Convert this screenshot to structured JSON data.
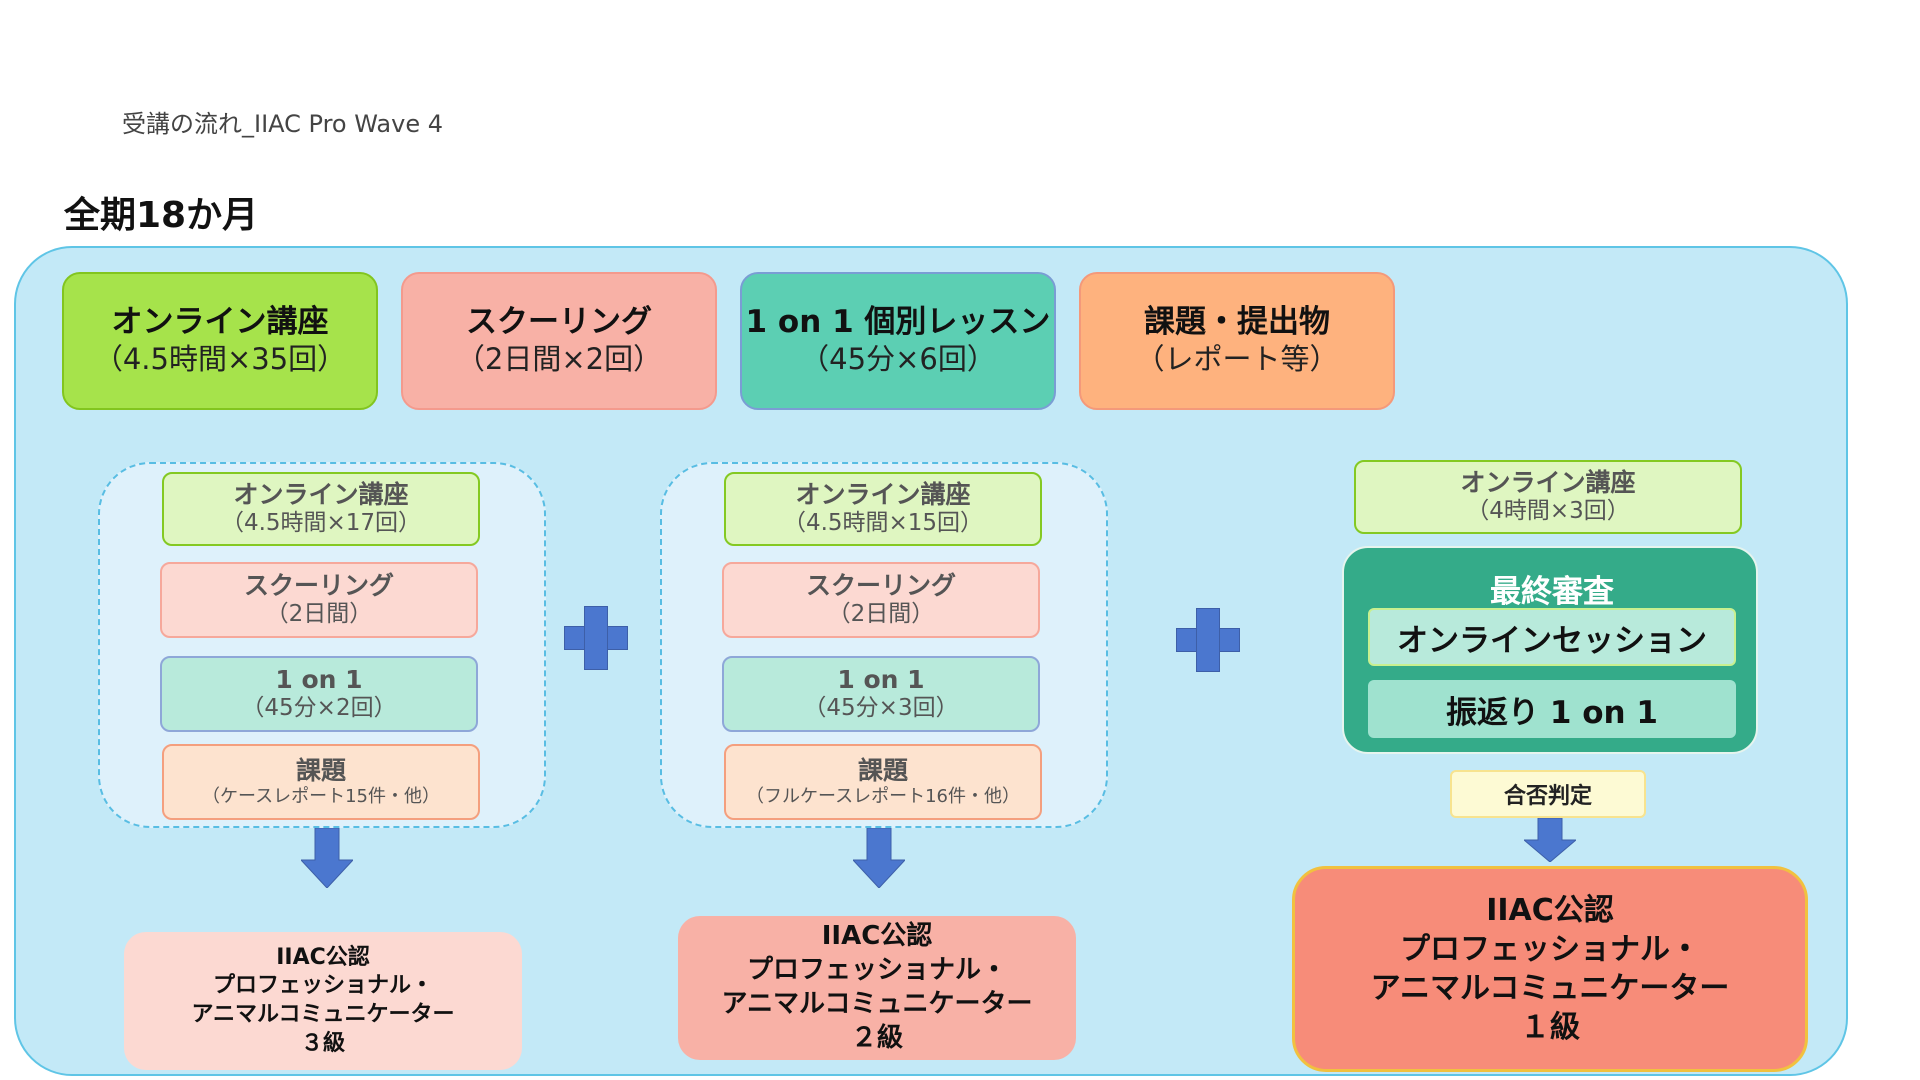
{
  "doc_title": "受講の流れ_IIAC Pro Wave 4",
  "period": "全期18か月",
  "legend": {
    "online": {
      "title": "オンライン講座",
      "detail": "（4.5時間×35回）"
    },
    "schooling": {
      "title": "スクーリング",
      "detail": "（2日間×2回）"
    },
    "one_on_one": {
      "title": "1 on 1 個別レッスン",
      "detail": "（45分×6回）"
    },
    "assignment": {
      "title": "課題・提出物",
      "detail": "（レポート等）"
    }
  },
  "stage1": {
    "online": {
      "title": "オンライン講座",
      "detail": "（4.5時間×17回）"
    },
    "schooling": {
      "title": "スクーリング",
      "detail": "（2日間）"
    },
    "one_on_one": {
      "title": "1 on 1",
      "detail": "（45分×2回）"
    },
    "assignment": {
      "title": "課題",
      "detail": "（ケースレポート15件・他）"
    },
    "cert": {
      "line1": "IIAC公認",
      "line2": "プロフェッショナル・",
      "line3": "アニマルコミュニケーター",
      "line4": "３級"
    }
  },
  "stage2": {
    "online": {
      "title": "オンライン講座",
      "detail": "（4.5時間×15回）"
    },
    "schooling": {
      "title": "スクーリング",
      "detail": "（2日間）"
    },
    "one_on_one": {
      "title": "1 on 1",
      "detail": "（45分×3回）"
    },
    "assignment": {
      "title": "課題",
      "detail": "（フルケースレポート16件・他）"
    },
    "cert": {
      "line1": "IIAC公認",
      "line2": "プロフェッショナル・",
      "line3": "アニマルコミュニケーター",
      "line4": "２級"
    }
  },
  "stage3": {
    "online": {
      "title": "オンライン講座",
      "detail": "（4時間×3回）"
    },
    "final_title": "最終審査",
    "final_session": "オンラインセッション",
    "final_review": "振返り 1 on 1",
    "pass_judgment": "合否判定",
    "cert": {
      "line1": "IIAC公認",
      "line2": "プロフェッショナル・",
      "line3": "アニマルコミュニケーター",
      "line4": "１級"
    }
  },
  "icons": {
    "plus": "plus-icon",
    "arrow": "down-arrow-icon"
  }
}
